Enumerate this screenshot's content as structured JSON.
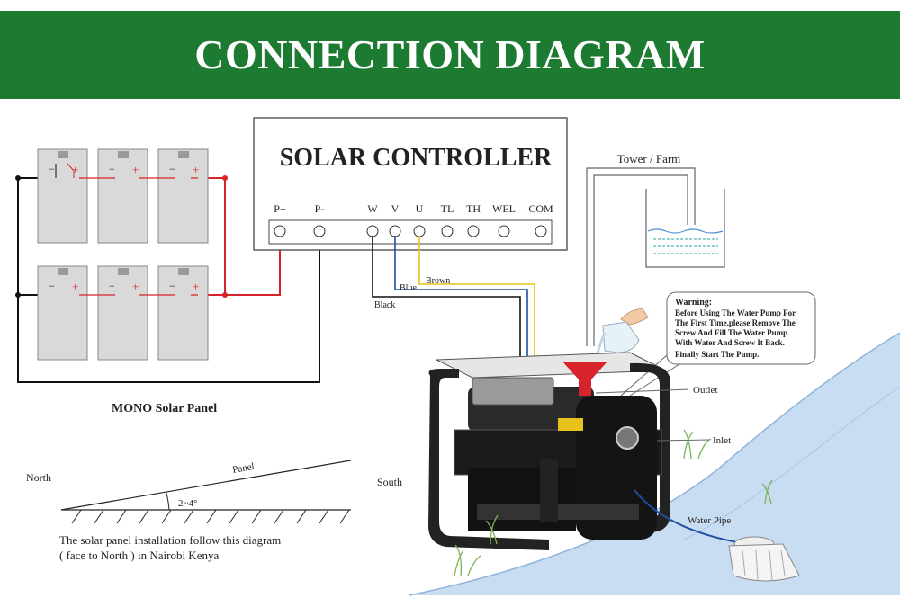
{
  "header": {
    "title": "CONNECTION DIAGRAM",
    "background": "#1d7a31"
  },
  "controller": {
    "title": "SOLAR CONTROLLER",
    "terminals": [
      "P+",
      "P-",
      "W",
      "V",
      "U",
      "TL",
      "TH",
      "WEL",
      "COM"
    ]
  },
  "wires": {
    "black": "Black",
    "blue": "Blue",
    "brown": "Brown"
  },
  "panels": {
    "label": "MONO Solar Panel",
    "minus": "−",
    "plus": "+"
  },
  "tower_label": "Tower / Farm",
  "warning": {
    "title": "Warning:",
    "lines": [
      "Before Using The Water Pump For",
      "The First Time,please Remove The",
      "Screw And Fill The Water Pump",
      "With Water And Screw It Back.",
      "Finally Start The Pump."
    ]
  },
  "pump_labels": {
    "outlet": "Outlet",
    "inlet": "Inlet",
    "water_pipe": "Water Pipe"
  },
  "directions": {
    "north": "North",
    "south": "South"
  },
  "installation": {
    "panel_label": "Panel",
    "angle": "2~4°",
    "note_line1": "The solar panel installation follow this diagram",
    "note_line2": "( face to North ) in Nairobi Kenya"
  },
  "colors": {
    "wire_red": "#d8232a",
    "wire_blue": "#1f4ea3",
    "wire_yellow": "#e8c21a",
    "water": "#c8dcf2",
    "funnel": "#d8232a"
  }
}
